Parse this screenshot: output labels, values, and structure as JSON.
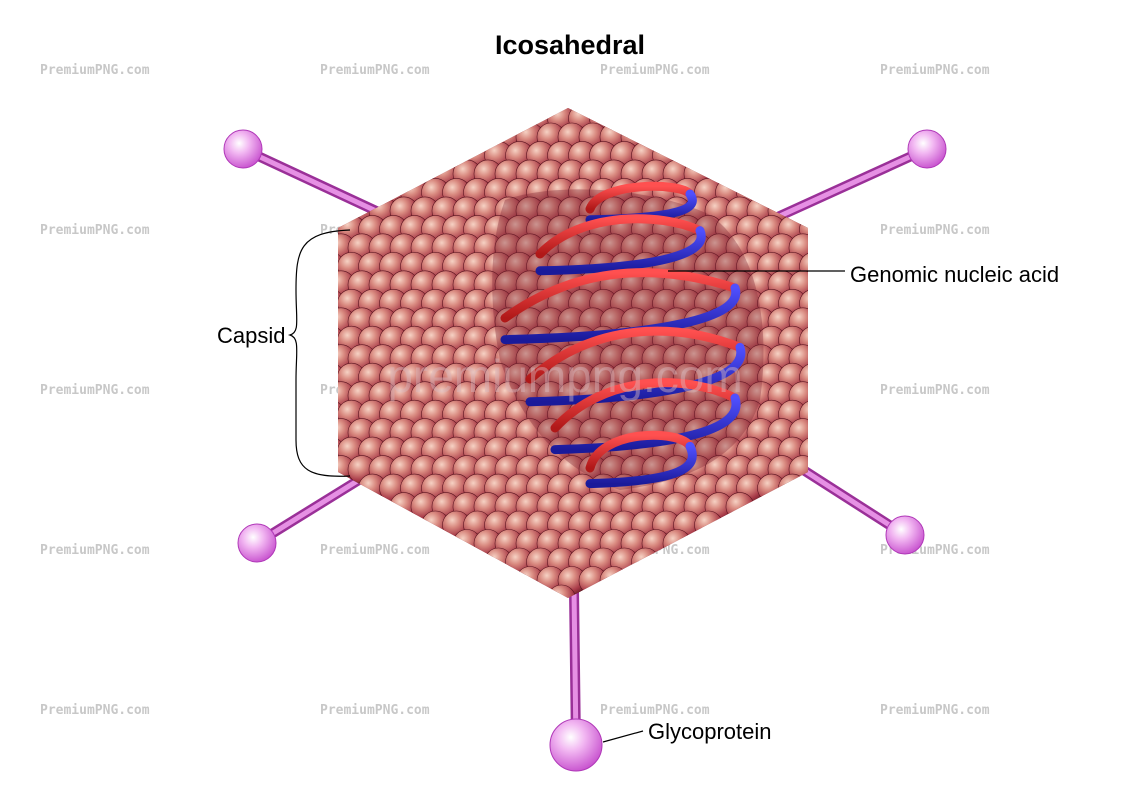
{
  "diagram": {
    "title": "Icosahedral",
    "labels": {
      "capsid": "Capsid",
      "genomic_nucleic_acid": "Genomic nucleic acid",
      "glycoprotein": "Glycoprotein"
    },
    "watermark": {
      "text": "PremiumPNG.com",
      "big_text": "premiumpng.com",
      "color": "#c8c8c8"
    },
    "colors": {
      "capsomere": "#b84a5a",
      "spike": "#d070d0",
      "spike_knob": "#e8a0ec",
      "rna_red": "#e83030",
      "rna_blue": "#3030d8"
    },
    "icons": {
      "capsomere": "capsomere-sphere-icon",
      "spike": "glycoprotein-spike-icon"
    }
  }
}
